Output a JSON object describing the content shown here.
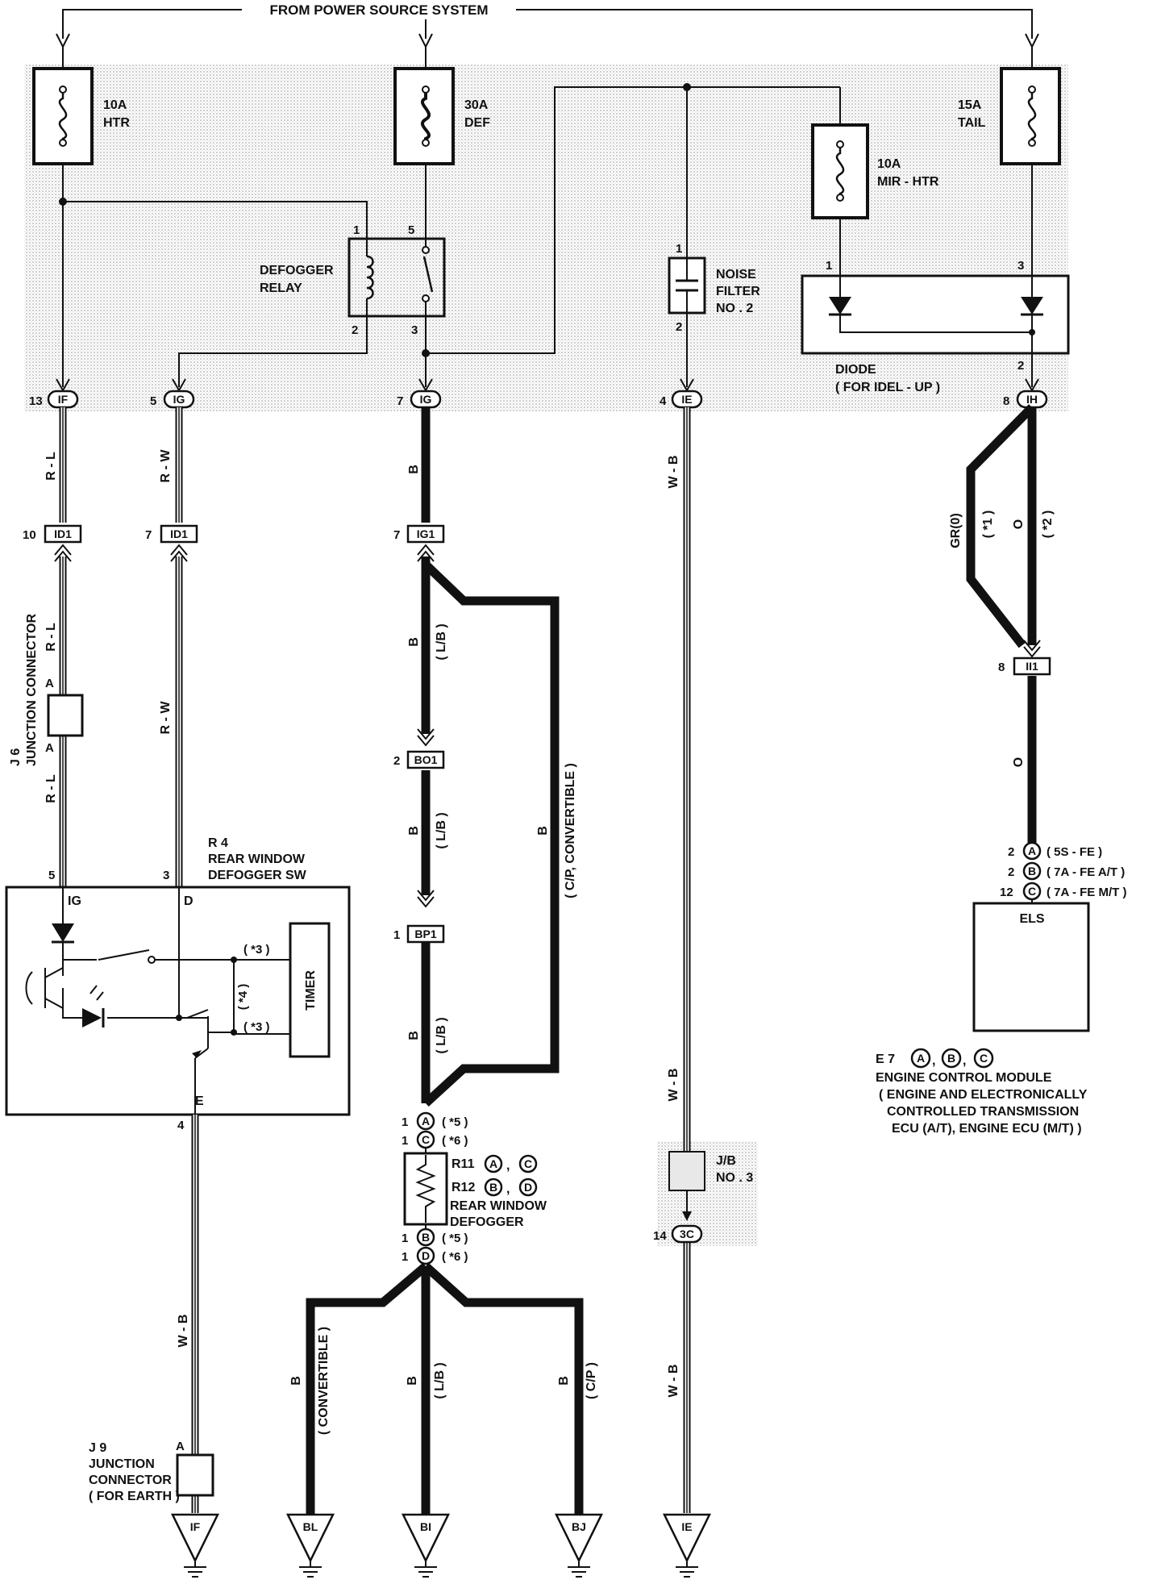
{
  "header": {
    "power_source": "FROM POWER SOURCE SYSTEM"
  },
  "fuses": [
    {
      "id": "htr",
      "amp": "10A",
      "name": "HTR"
    },
    {
      "id": "def",
      "amp": "30A",
      "name": "DEF"
    },
    {
      "id": "mir",
      "amp": "10A",
      "name": "MIR - HTR"
    },
    {
      "id": "tail",
      "amp": "15A",
      "name": "TAIL"
    }
  ],
  "relay": {
    "line1": "DEFOGGER",
    "line2": "RELAY",
    "pins": [
      "1",
      "5",
      "2",
      "3"
    ]
  },
  "noise_filter": {
    "line1": "NOISE",
    "line2": "FILTER",
    "line3": "NO . 2",
    "pins": [
      "1",
      "2"
    ]
  },
  "diode": {
    "line1": "DIODE",
    "line2": "( FOR IDEL - UP )",
    "pins": [
      "1",
      "3",
      "2"
    ]
  },
  "jb_connectors": [
    {
      "pin": "13",
      "code": "IF"
    },
    {
      "pin": "5",
      "code": "IG"
    },
    {
      "pin": "7",
      "code": "IG"
    },
    {
      "pin": "4",
      "code": "IE"
    },
    {
      "pin": "8",
      "code": "IH"
    }
  ],
  "inline_connectors": [
    {
      "pin": "10",
      "code": "ID1"
    },
    {
      "pin": "7",
      "code": "ID1"
    },
    {
      "pin": "7",
      "code": "IG1"
    },
    {
      "pin": "2",
      "code": "BO1"
    },
    {
      "pin": "1",
      "code": "BP1"
    },
    {
      "pin": "8",
      "code": "II1"
    }
  ],
  "wire_colors": {
    "rl": "R - L",
    "rw": "R - W",
    "b": "B",
    "wb": "W - B",
    "gr0": "GR(0)",
    "o": "O",
    "lb": "( L/B )",
    "cp_conv": "( C/P, CONVERTIBLE )",
    "convertible": "( CONVERTIBLE )",
    "cp": "( C/P )",
    "s1": "( *1 )",
    "s2": "( *2 )"
  },
  "j6": {
    "line1": "J 6",
    "line2": "JUNCTION CONNECTOR",
    "pin": "A"
  },
  "r4": {
    "line1": "R 4",
    "line2": "REAR WINDOW",
    "line3": "DEFOGGER SW",
    "pin5": "5",
    "pin3": "3",
    "pin4": "4",
    "ig": "IG",
    "d": "D",
    "e": "E",
    "timer": "TIMER",
    "s3": "( *3 )",
    "s4": "( *4 )"
  },
  "defogger": {
    "r11": "R11",
    "r12": "R12",
    "line1": "REAR WINDOW",
    "line2": "DEFOGGER",
    "pin": "1",
    "a": "A",
    "b": "B",
    "c": "C",
    "d": "D",
    "s5": "( *5 )",
    "s6": "( *6 )",
    "comma": ","
  },
  "jb3": {
    "line1": "J/B",
    "line2": "NO . 3",
    "pin": "14",
    "code": "3C"
  },
  "ecm": {
    "pins": [
      {
        "pin": "2",
        "letter": "A",
        "note": "( 5S - FE )"
      },
      {
        "pin": "2",
        "letter": "B",
        "note": "( 7A - FE  A/T )"
      },
      {
        "pin": "12",
        "letter": "C",
        "note": "( 7A - FE  M/T )"
      }
    ],
    "terminal": "ELS",
    "code": "E 7",
    "line1": "ENGINE CONTROL MODULE",
    "line2": "( ENGINE AND ELECTRONICALLY",
    "line3": "CONTROLLED TRANSMISSION",
    "line4": "ECU (A/T), ENGINE ECU (M/T) )"
  },
  "j9": {
    "line1": "J 9",
    "line2": "JUNCTION",
    "line3": "CONNECTOR",
    "line4": "( FOR EARTH )",
    "pin": "A"
  },
  "grounds": [
    "IF",
    "BL",
    "BI",
    "BJ",
    "IE"
  ]
}
